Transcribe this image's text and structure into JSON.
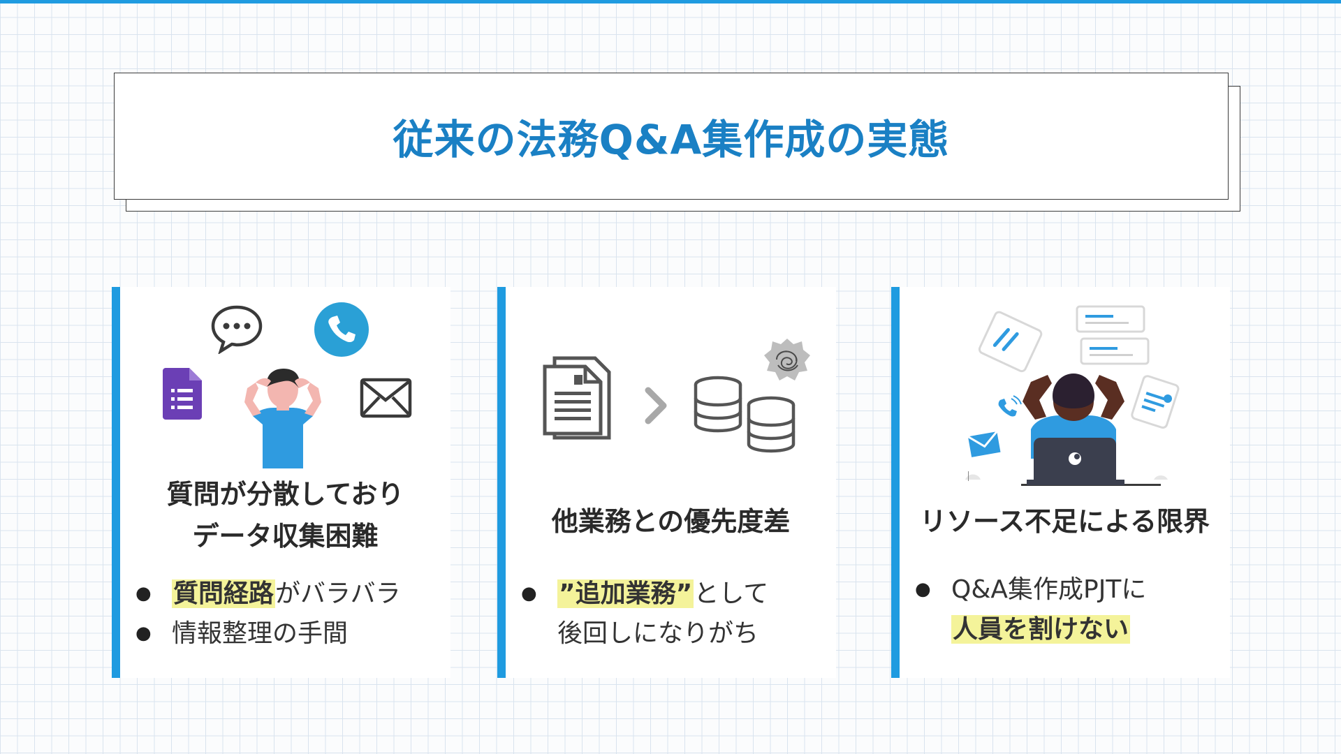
{
  "title": "従来の法務Q&A集作成の実態",
  "cards": [
    {
      "heading_line1": "質問が分散しており",
      "heading_line2": "データ収集困難",
      "bullets": [
        {
          "highlight": "質問経路",
          "text": "がバラバラ"
        },
        {
          "text": "情報整理の手間"
        }
      ]
    },
    {
      "heading": "他業務との優先度差",
      "bullet_highlight": "”追加業務”",
      "bullet_text": "として",
      "bullet_cont": "後回しになりがち"
    },
    {
      "heading": "リソース不足による限界",
      "bullet_text": "Q&A集作成PJTに",
      "bullet_highlight": "人員を割けない"
    }
  ],
  "colors": {
    "accent": "#1f9be0",
    "title": "#1a80c4",
    "highlight": "#f4f39a"
  },
  "icons": [
    "chat-bubble-icon",
    "phone-icon",
    "forms-icon",
    "mail-icon",
    "document-icon",
    "chevron-right-icon",
    "database-icon",
    "tangle-icon"
  ]
}
